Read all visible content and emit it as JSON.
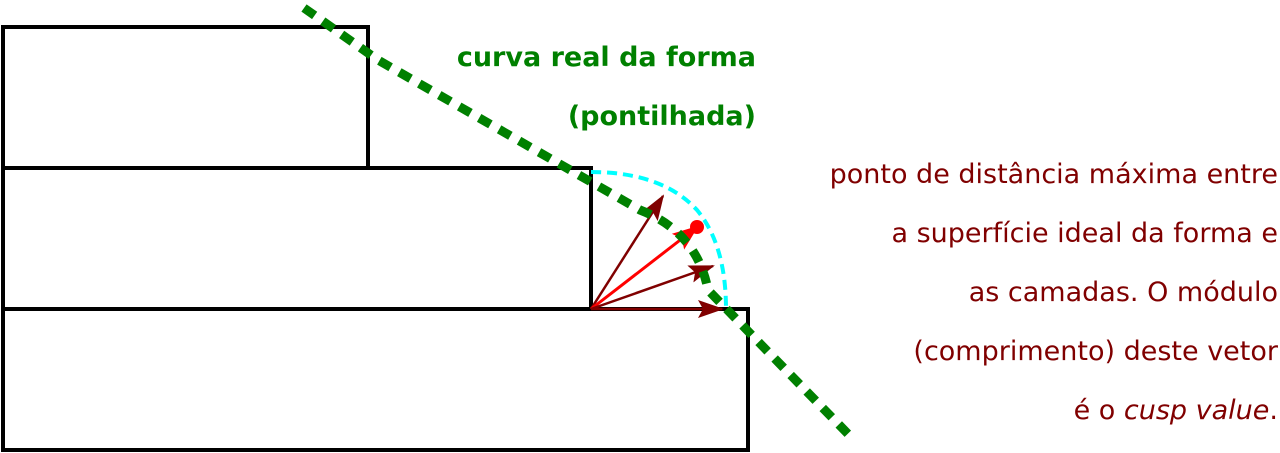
{
  "labels": {
    "curve_line1": "curva real da forma",
    "curve_line2": "(pontilhada)",
    "description_line1": "ponto de distância máxima entre",
    "description_line2": "a superfície ideal da forma e",
    "description_line3": "as camadas. O módulo",
    "description_line4": "(comprimento) deste vetor",
    "description_line5_prefix": "é o ",
    "description_line5_italic": "cusp value",
    "description_line5_suffix": "."
  },
  "colors": {
    "layer_stroke": "#000000",
    "true_curve": "#008000",
    "ideal_arc": "#00ffff",
    "max_distance_vector": "#ff0000",
    "other_vectors": "#800000",
    "max_point": "#ff0000",
    "curve_label": "#008000",
    "description_text": "#800000"
  }
}
